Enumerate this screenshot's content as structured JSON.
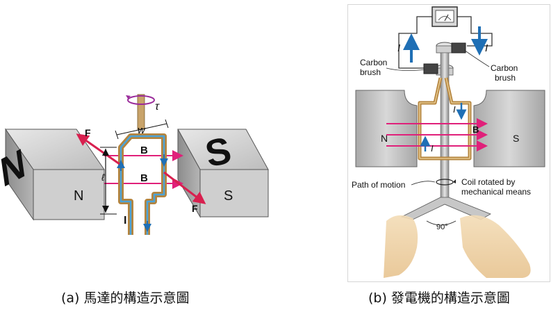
{
  "captions": {
    "a": "(a)  馬達的構造示意圖",
    "b": "(b)  發電機的構造示意圖"
  },
  "motor": {
    "north_pole_face": "N",
    "north_pole_side": "N",
    "south_pole_face": "S",
    "south_pole_side": "S",
    "field_label_top": "B",
    "field_label_bottom": "B",
    "force_label_left": "F",
    "force_label_right": "F",
    "current_label": "I",
    "width_label": "w",
    "length_label": "ℓ",
    "torque_label": "τ"
  },
  "generator": {
    "north_pole": "N",
    "south_pole": "S",
    "field_label": "B",
    "current_label_left": "I",
    "current_label_right": "I",
    "current_label_coil_top": "I",
    "current_label_coil_bottom": "I",
    "brush_left_line1": "Carbon",
    "brush_left_line2": "brush",
    "brush_right_line1": "Carbon",
    "brush_right_line2": "brush",
    "path_label": "Path of motion",
    "coil_label_line1": "Coil rotated by",
    "coil_label_line2": "mechanical means",
    "angle_label": "90°"
  },
  "colors": {
    "field_line": "#e0207a",
    "force_arrow": "#d8204f",
    "current_arrow": "#1f6fb5",
    "coil_copper": "#b4843e",
    "magnet_face": "#dedede",
    "magnet_side": "#9a9a9a"
  }
}
